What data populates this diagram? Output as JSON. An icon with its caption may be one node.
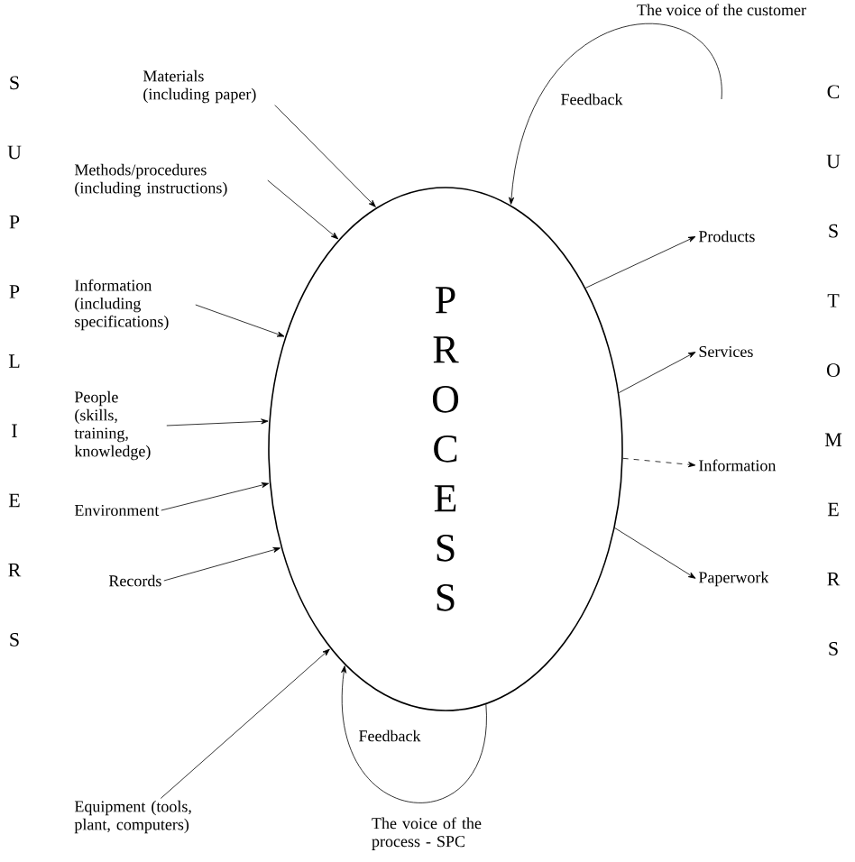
{
  "diagram": {
    "nodes": [
      {
        "text": [
          "P R O C E S S"
        ]
      },
      {
        "text": [
          "Materials (including paper)"
        ]
      },
      {
        "text": [
          "Methods/procedures (including instructions)"
        ]
      },
      {
        "text": [
          "Information (including specifications)"
        ]
      },
      {
        "text": [
          "People (skills, training, knowledge)"
        ]
      },
      {
        "text": [
          "Environment"
        ]
      },
      {
        "text": [
          "Records"
        ]
      },
      {
        "text": [
          "Equipment (tools, plant, computers)"
        ]
      },
      {
        "text": [
          "Products"
        ]
      },
      {
        "text": [
          "Services"
        ]
      },
      {
        "text": [
          "Information"
        ]
      },
      {
        "text": [
          "Paperwork"
        ]
      }
    ],
    "edges": [
      {
        "from": 1,
        "to": 0,
        "arrow": "to"
      },
      {
        "from": 2,
        "to": 0,
        "arrow": "to"
      },
      {
        "from": 3,
        "to": 0,
        "arrow": "to"
      },
      {
        "from": 4,
        "to": 0,
        "arrow": "to"
      },
      {
        "from": 5,
        "to": 0,
        "arrow": "to"
      },
      {
        "from": 6,
        "to": 0,
        "arrow": "to"
      },
      {
        "from": 7,
        "to": 0,
        "arrow": "to"
      },
      {
        "from": 0,
        "to": 8,
        "arrow": "to"
      },
      {
        "from": 0,
        "to": 9,
        "arrow": "to"
      },
      {
        "from": 0,
        "to": 10,
        "arrow": "to",
        "style": "dashed"
      },
      {
        "from": 0,
        "to": 11,
        "arrow": "to"
      },
      {
        "from": null,
        "to": 0,
        "arrow": "to",
        "label": "Feedback"
      },
      {
        "from": 0,
        "to": 0,
        "arrow": "to",
        "label": "Feedback"
      }
    ],
    "labels": [
      "The voice of the customer",
      "S U P P L I E R S",
      "C U S T O M E R S",
      "The voice of the process - SPC"
    ]
  }
}
